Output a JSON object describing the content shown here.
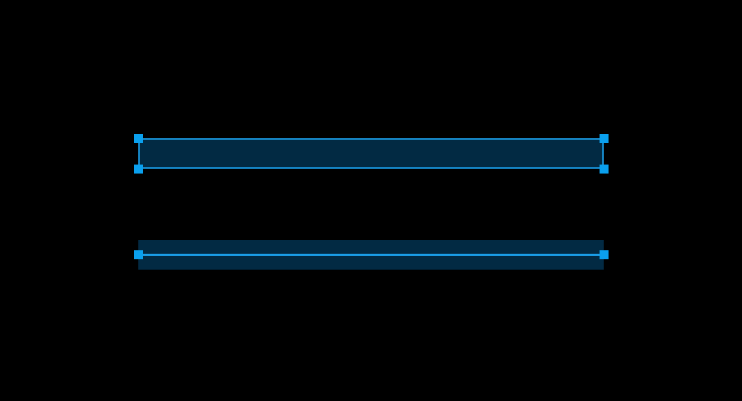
{
  "colors": {
    "background": "#000000",
    "selection_stroke": "#1a9ee8",
    "selection_fill": "#022a43",
    "handle_fill": "#0aa0ee"
  },
  "objects": [
    {
      "kind": "box-selection",
      "handles": 4
    },
    {
      "kind": "line-selection",
      "handles": 2
    }
  ]
}
